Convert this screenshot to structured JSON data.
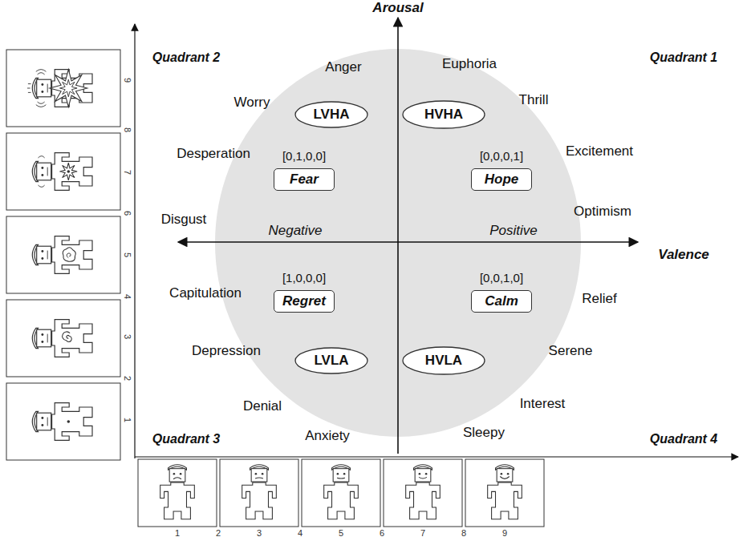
{
  "diagram": {
    "nodes": [
      {
        "text": [
          "LVHA"
        ]
      },
      {
        "text": [
          "HVHA"
        ]
      },
      {
        "text": [
          "[0,1,0,0]",
          "Fear"
        ]
      },
      {
        "text": [
          "[0,0,0,1]",
          "Hope"
        ]
      },
      {
        "text": [
          "[1,0,0,0]",
          "Regret"
        ]
      },
      {
        "text": [
          "[0,0,1,0]",
          "Calm"
        ]
      },
      {
        "text": [
          "LVLA"
        ]
      },
      {
        "text": [
          "HVLA"
        ]
      }
    ],
    "labels": [
      "Arousal",
      "Valence",
      "Quadrant 2",
      "Quadrant 1",
      "Quadrant 3",
      "Quadrant 4",
      "Negative",
      "Positive",
      "Anger",
      "Euphoria",
      "Worry",
      "Thrill",
      "Desperation",
      "Excitement",
      "Optimism",
      "Disgust",
      "Capitulation",
      "Relief",
      "Depression",
      "Serene",
      "Denial",
      "Interest",
      "Anxiety",
      "Sleepy",
      "9",
      "8",
      "7",
      "6",
      "5",
      "4",
      "3",
      "2",
      "1",
      "1",
      "2",
      "3",
      "4",
      "5",
      "6",
      "7",
      "8",
      "9"
    ]
  }
}
